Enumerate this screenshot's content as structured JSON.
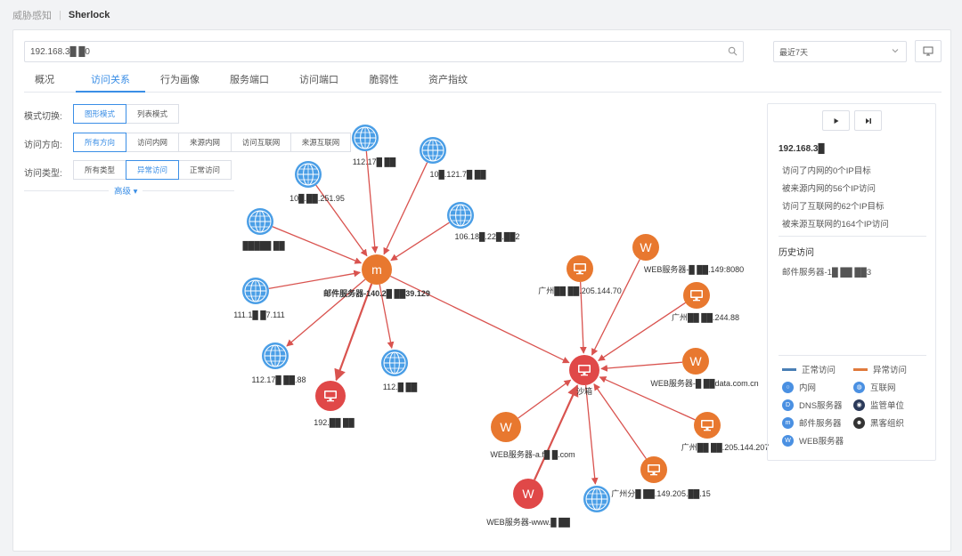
{
  "breadcrumb": {
    "parent": "威胁感知",
    "current": "Sherlock"
  },
  "search": {
    "value": "192.168.3█ █0"
  },
  "time_select": {
    "value": "最近7天"
  },
  "tabs": [
    {
      "label": "概况"
    },
    {
      "label": "访问关系"
    },
    {
      "label": "行为画像"
    },
    {
      "label": "服务端口"
    },
    {
      "label": "访问端口"
    },
    {
      "label": "脆弱性"
    },
    {
      "label": "资产指纹"
    }
  ],
  "controls": {
    "mode_label": "模式切换:",
    "mode_options": [
      "图形模式",
      "列表模式"
    ],
    "direction_label": "访问方向:",
    "direction_options": [
      "所有方向",
      "访问内网",
      "来源内网",
      "访问互联网",
      "来源互联网"
    ],
    "type_label": "访问类型:",
    "type_options": [
      "所有类型",
      "异常访问",
      "正常访问"
    ],
    "advanced": "高级"
  },
  "graph": {
    "nodes": [
      {
        "id": "mail",
        "type": "mail",
        "label": "邮件服务器-140.2█ ██39.129",
        "bold": true
      },
      {
        "id": "center",
        "type": "pc-red",
        "label": "沙箱",
        "bold": false
      },
      {
        "id": "i1",
        "type": "globe",
        "label": "112.17█ ██"
      },
      {
        "id": "i2",
        "type": "globe",
        "label": "10█.121.7█ ██"
      },
      {
        "id": "i3",
        "type": "globe",
        "label": "10█.██.251.95"
      },
      {
        "id": "i4",
        "type": "globe",
        "label": "106.18█.22█.██2"
      },
      {
        "id": "i5",
        "type": "globe",
        "label": "█████ ██"
      },
      {
        "id": "i6",
        "type": "globe",
        "label": "111.1█ █7.111"
      },
      {
        "id": "i7",
        "type": "globe",
        "label": "112.17█ ██.88"
      },
      {
        "id": "i8",
        "type": "globe",
        "label": "112.█ ██"
      },
      {
        "id": "r1",
        "type": "pc-red",
        "label": "192.██ ██"
      },
      {
        "id": "w1",
        "type": "web-orange",
        "label": "WEB服务器-█ ██.149:8080"
      },
      {
        "id": "o1",
        "type": "pc-orange",
        "label": "广州██ ██.205.144.70"
      },
      {
        "id": "o2",
        "type": "pc-orange",
        "label": "广州██ ██.244.88"
      },
      {
        "id": "w2",
        "type": "web-orange",
        "label": "WEB服务器-█ ██data.com.cn"
      },
      {
        "id": "o3",
        "type": "pc-orange",
        "label": "广州██ ██.205.144.207"
      },
      {
        "id": "o4",
        "type": "pc-orange",
        "label": "广州分█ ██.149.205.██.15"
      },
      {
        "id": "i9",
        "type": "globe",
        "label": ""
      },
      {
        "id": "w3",
        "type": "web-red",
        "label": "WEB服务器-www.█ ██"
      },
      {
        "id": "w4",
        "type": "web-orange",
        "label": "WEB服务器-a.f█ █.com"
      }
    ],
    "edges": [
      {
        "from": "i1",
        "to": "mail"
      },
      {
        "from": "i2",
        "to": "mail"
      },
      {
        "from": "i3",
        "to": "mail"
      },
      {
        "from": "i4",
        "to": "mail"
      },
      {
        "from": "i5",
        "to": "mail"
      },
      {
        "from": "i6",
        "to": "mail"
      },
      {
        "from": "mail",
        "to": "i7"
      },
      {
        "from": "mail",
        "to": "i8"
      },
      {
        "from": "mail",
        "to": "r1"
      },
      {
        "from": "mail",
        "to": "center"
      },
      {
        "from": "w1",
        "to": "center"
      },
      {
        "from": "o1",
        "to": "center"
      },
      {
        "from": "o2",
        "to": "center"
      },
      {
        "from": "w2",
        "to": "center"
      },
      {
        "from": "o3",
        "to": "center"
      },
      {
        "from": "o4",
        "to": "center"
      },
      {
        "from": "center",
        "to": "i9"
      },
      {
        "from": "w3",
        "to": "center"
      },
      {
        "from": "w4",
        "to": "center"
      }
    ]
  },
  "side": {
    "ip": "192.168.3█",
    "stats": [
      "访问了内网的0个IP目标",
      "被来源内网的56个IP访问",
      "访问了互联网的62个IP目标",
      "被来源互联网的164个IP访问"
    ],
    "history_title": "历史访问",
    "history_item": "邮件服务器-1█ ██ ██3"
  },
  "legend": {
    "normal": "正常访问",
    "abnormal": "异常访问",
    "items": [
      {
        "label": "内网",
        "color": "#4a90e2",
        "glyph": "○"
      },
      {
        "label": "互联网",
        "color": "#4a90e2",
        "glyph": "◍"
      },
      {
        "label": "DNS服务器",
        "color": "#4a90e2",
        "glyph": "D"
      },
      {
        "label": "监管单位",
        "color": "#2b3a5a",
        "glyph": "◉"
      },
      {
        "label": "邮件服务器",
        "color": "#4a90e2",
        "glyph": "m"
      },
      {
        "label": "黑客组织",
        "color": "#333333",
        "glyph": "☻"
      },
      {
        "label": "WEB服务器",
        "color": "#4a90e2",
        "glyph": "W"
      }
    ]
  },
  "colors": {
    "accent": "#3a8ee6",
    "normal_line": "#4a7fb5",
    "abnormal_line": "#e07a3c",
    "edge_red": "#d9534f",
    "orange_node": "#e8782f",
    "red_node": "#e04848",
    "globe_blue": "#4a9ee6"
  }
}
